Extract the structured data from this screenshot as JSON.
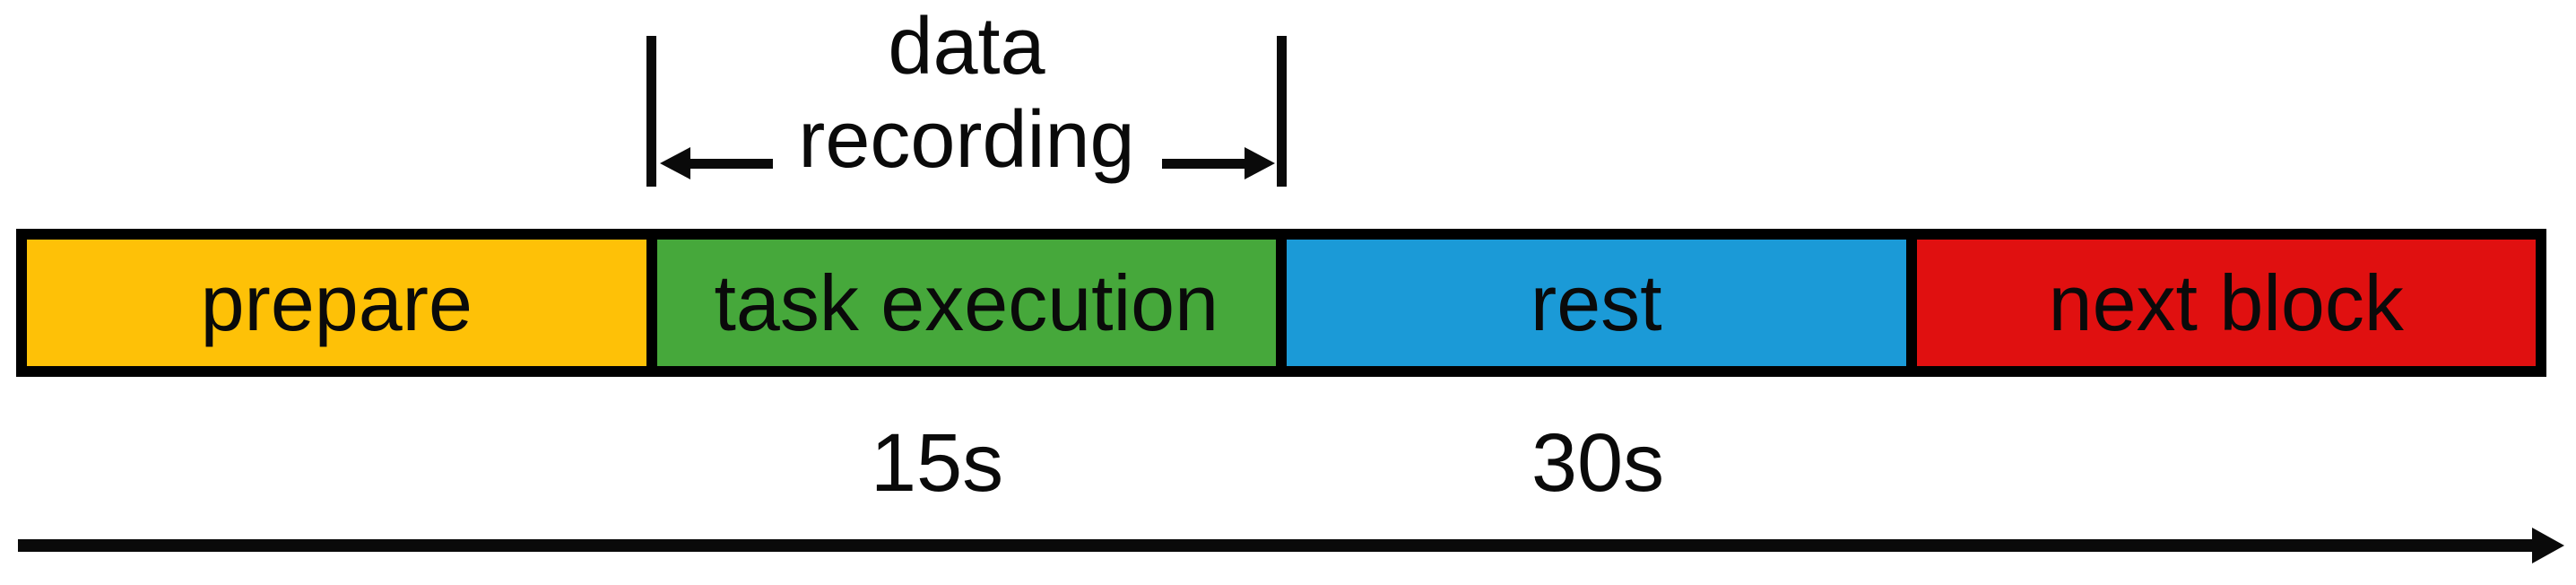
{
  "annotation": {
    "label": "data\nrecording",
    "line1": "data",
    "line2": "recording"
  },
  "timeline_blocks": [
    {
      "label": "prepare",
      "color": "#FEC107"
    },
    {
      "label": "task execution",
      "color": "#46A83B"
    },
    {
      "label": "rest",
      "color": "#1B9AD7"
    },
    {
      "label": "next block",
      "color": "#E01010"
    }
  ],
  "durations": {
    "task_execution": "15s",
    "rest": "30s"
  },
  "axis": {
    "color": "#0a0a0a",
    "border_color": "#000000"
  }
}
